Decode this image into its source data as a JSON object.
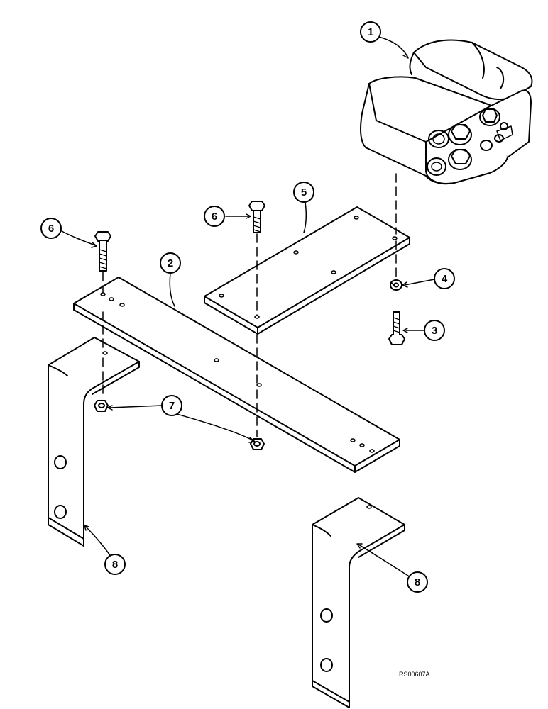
{
  "figure_code": "RS00607A",
  "callouts": [
    {
      "id": "1",
      "label": "1"
    },
    {
      "id": "2",
      "label": "2"
    },
    {
      "id": "3",
      "label": "3"
    },
    {
      "id": "4",
      "label": "4"
    },
    {
      "id": "5",
      "label": "5"
    },
    {
      "id": "6a",
      "label": "6"
    },
    {
      "id": "6b",
      "label": "6"
    },
    {
      "id": "7",
      "label": "7"
    },
    {
      "id": "8a",
      "label": "8"
    },
    {
      "id": "8b",
      "label": "8"
    }
  ],
  "colors": {
    "ink": "#000000",
    "paper": "#ffffff"
  }
}
